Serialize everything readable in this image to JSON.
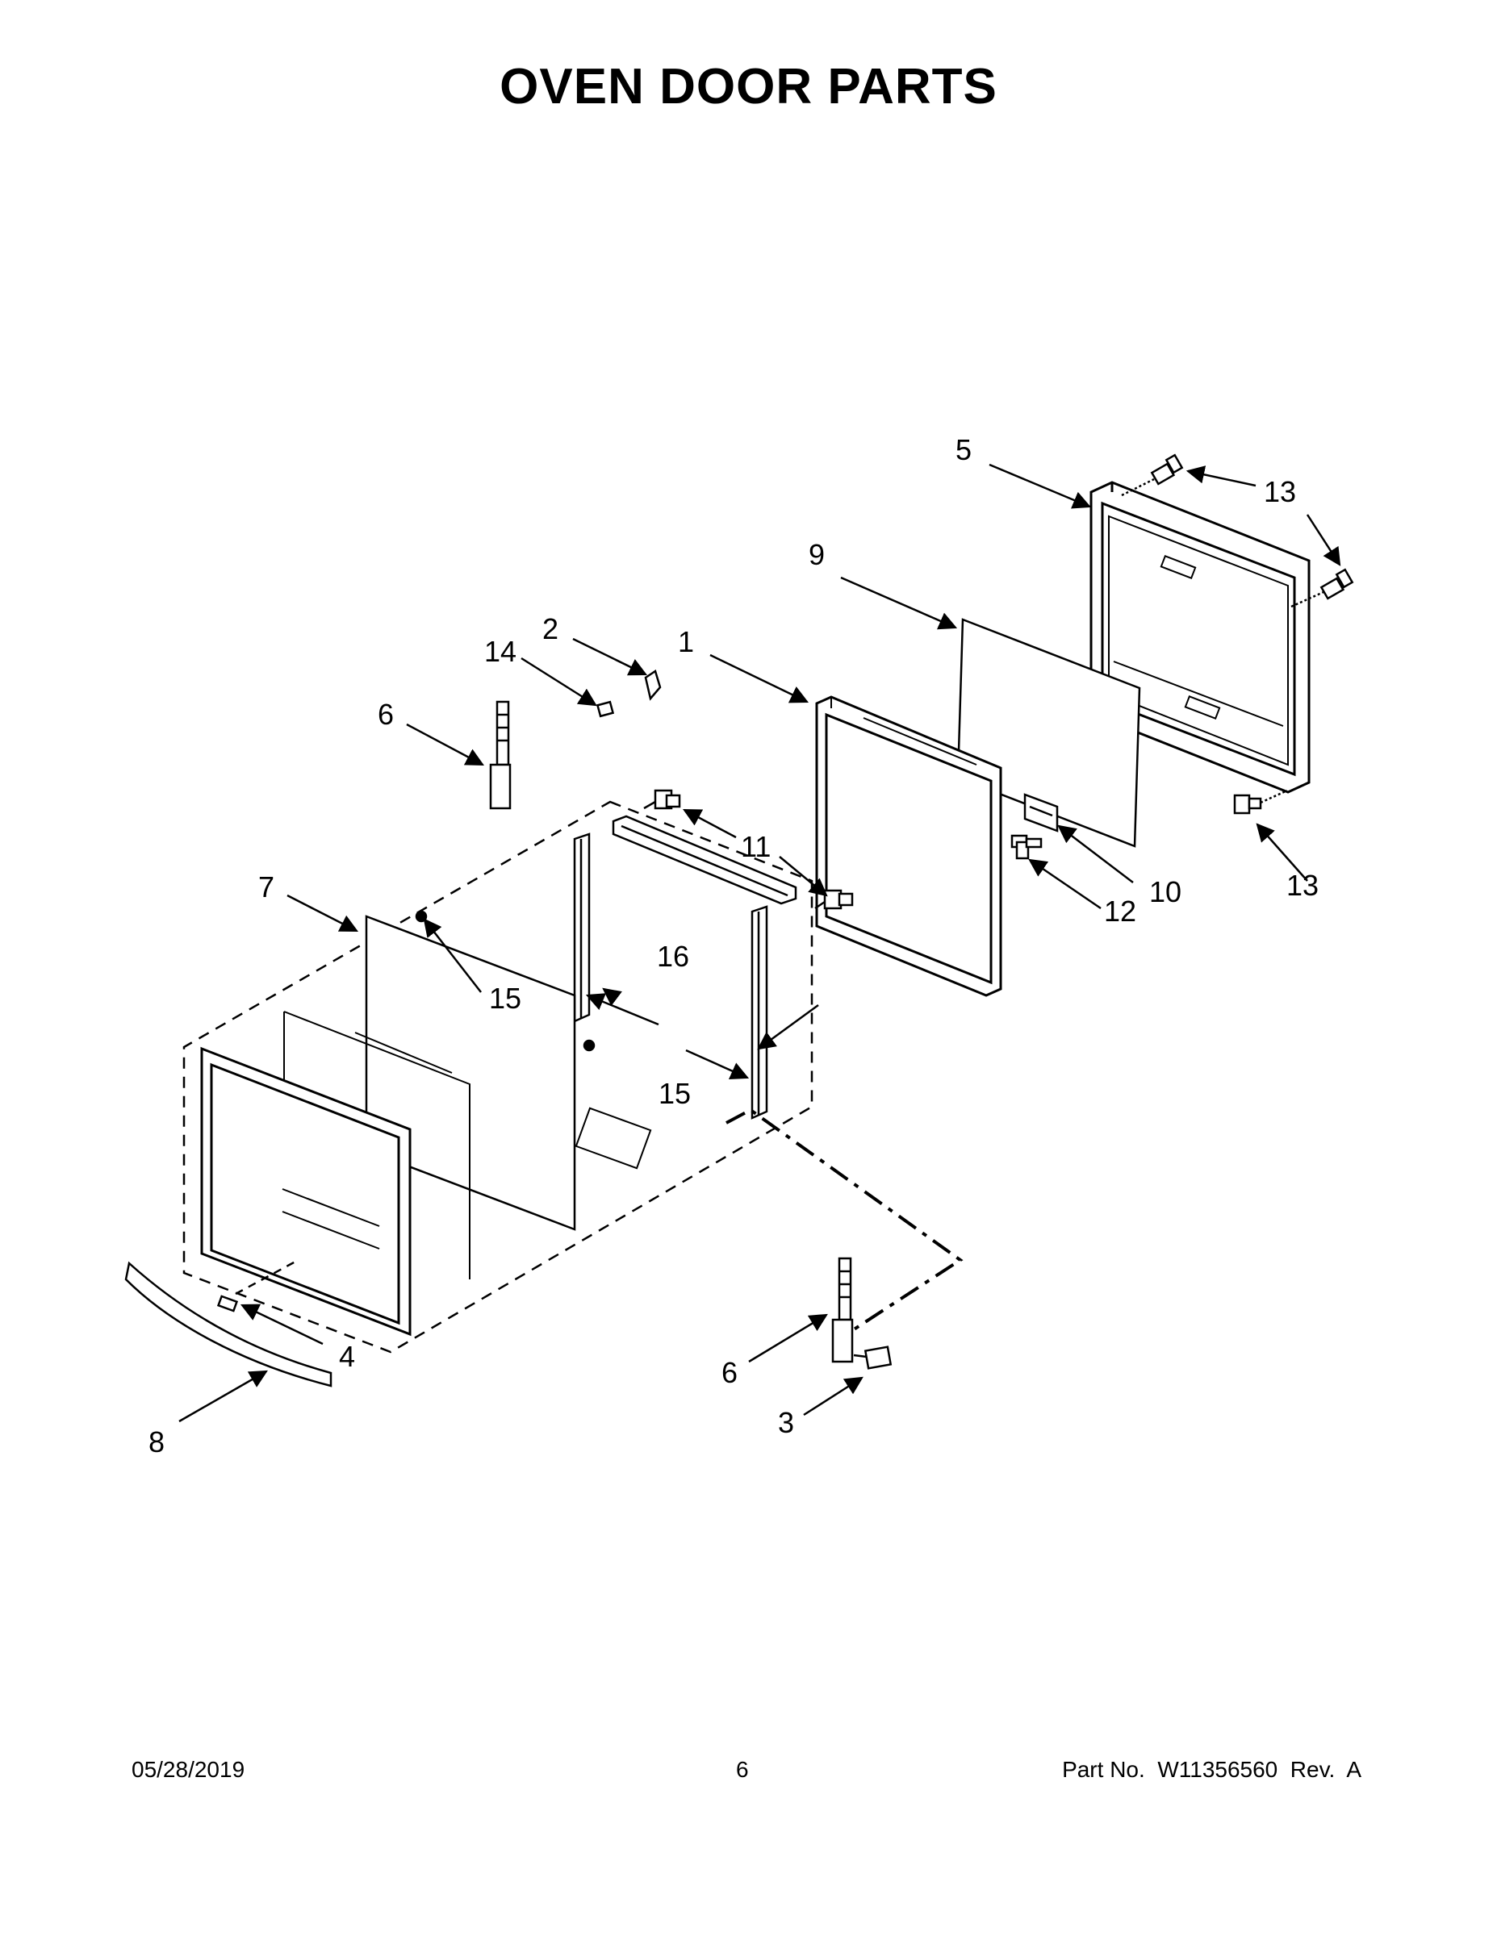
{
  "title": "OVEN DOOR PARTS",
  "callouts": {
    "c1": "1",
    "c2": "2",
    "c3": "3",
    "c4": "4",
    "c5": "5",
    "c6a": "6",
    "c6b": "6",
    "c7": "7",
    "c8": "8",
    "c9": "9",
    "c10": "10",
    "c11": "11",
    "c12": "12",
    "c13a": "13",
    "c13b": "13",
    "c14": "14",
    "c15a": "15",
    "c15b": "15",
    "c16": "16"
  },
  "footer": {
    "date": "05/28/2019",
    "page": "6",
    "part": "Part No.  W11356560  Rev.  A"
  }
}
